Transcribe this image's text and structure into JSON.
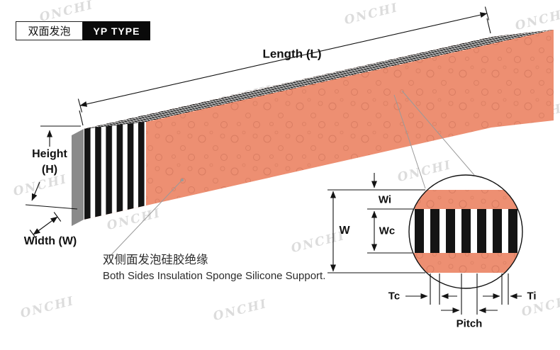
{
  "badges": {
    "type_cn": "双面发泡",
    "type_en": "YP TYPE"
  },
  "dim_labels": {
    "length": "Length (L)",
    "height_word": "Height",
    "height_sym": "(H)",
    "width": "Width (W)",
    "wi": "Wi",
    "w": "W",
    "wc": "Wc",
    "tc": "Tc",
    "ti": "Ti",
    "pitch": "Pitch"
  },
  "callout": {
    "line_cn": "双侧面发泡硅胶绝缘",
    "line_en": "Both Sides Insulation Sponge Silicone Support."
  },
  "watermark": {
    "text": "ONCHI"
  },
  "colors": {
    "sponge": "#ed8f72",
    "ink": "#141414",
    "grayface": "#8a8a8a"
  }
}
